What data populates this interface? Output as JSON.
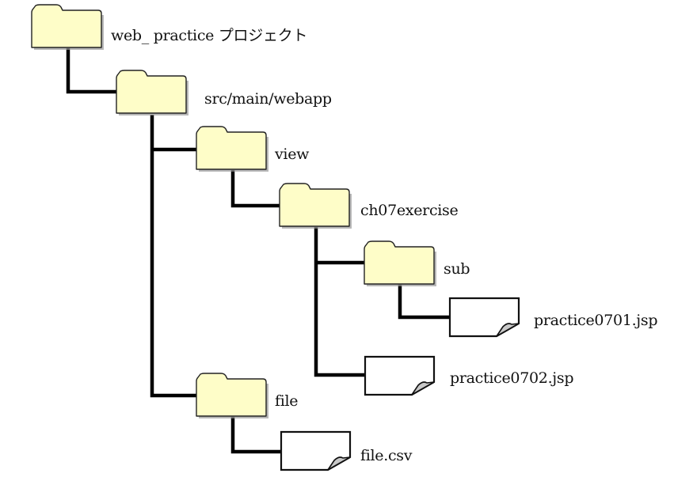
{
  "diagram": {
    "type": "directory-tree",
    "colors": {
      "folder_fill": "#FEFDC8",
      "folder_stroke": "#222222",
      "folder_shadow": "#9a9a9a",
      "file_fill": "#FFFFFF",
      "file_curl": "#C8C8C8",
      "connector": "#000000"
    },
    "nodes": [
      {
        "id": "root",
        "kind": "folder",
        "label": "web_ practice プロジェクト",
        "icon": "folder-icon",
        "parent": null
      },
      {
        "id": "webapp",
        "kind": "folder",
        "label": "src/main/webapp",
        "icon": "folder-icon",
        "parent": "root"
      },
      {
        "id": "view",
        "kind": "folder",
        "label": "view",
        "icon": "folder-icon",
        "parent": "webapp"
      },
      {
        "id": "ch07",
        "kind": "folder",
        "label": "ch07exercise",
        "icon": "folder-icon",
        "parent": "view"
      },
      {
        "id": "sub",
        "kind": "folder",
        "label": "sub",
        "icon": "folder-icon",
        "parent": "ch07"
      },
      {
        "id": "p0701",
        "kind": "file",
        "label": "practice0701.jsp",
        "icon": "file-icon",
        "parent": "sub"
      },
      {
        "id": "p0702",
        "kind": "file",
        "label": "practice0702.jsp",
        "icon": "file-icon",
        "parent": "ch07"
      },
      {
        "id": "file",
        "kind": "folder",
        "label": "file",
        "icon": "folder-icon",
        "parent": "webapp"
      },
      {
        "id": "filecsv",
        "kind": "file",
        "label": "file.csv",
        "icon": "file-icon",
        "parent": "file"
      }
    ]
  }
}
